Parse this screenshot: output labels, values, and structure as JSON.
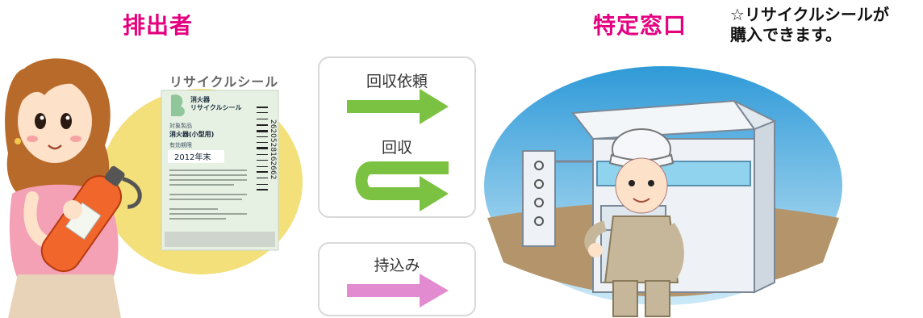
{
  "headings": {
    "emitter": "排出者",
    "counter": "特定窓口"
  },
  "note": {
    "line1": "☆リサイクルシールが",
    "line2": "購入できます。"
  },
  "seal": {
    "title": "リサイクルシール",
    "brand_line1": "消火器",
    "brand_line2": "リサイクルシール",
    "type_caption": "対象製品",
    "type_value": "消火器(小型用)",
    "year_caption": "有効期限",
    "year_value": "2012年末",
    "barcode_number": "2620528162662"
  },
  "flows": {
    "request_label": "回収依頼",
    "collect_label": "回収",
    "carryin_label": "持込み"
  },
  "colors": {
    "heading": "#e4007f",
    "arrow_green": "#7cc242",
    "arrow_pink": "#e38bd0",
    "sky": "#5ab6e8",
    "highlight": "#f3e07a"
  }
}
